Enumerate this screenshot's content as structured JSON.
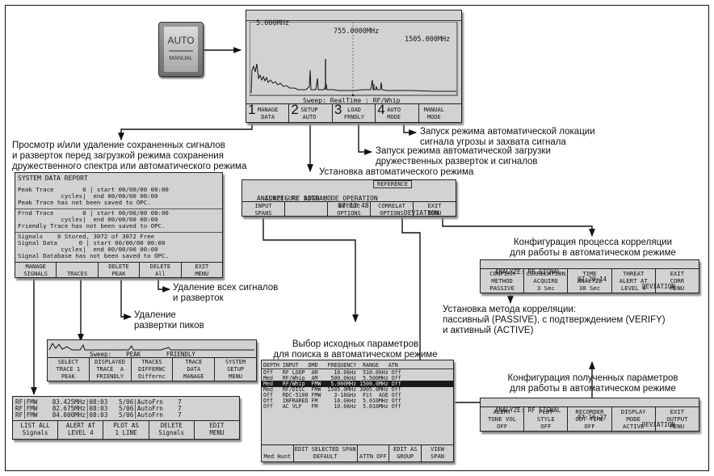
{
  "auto_button": {
    "top": "AUTO",
    "bottom": "MANUAL"
  },
  "spectrum": {
    "header_left": "5.000MHz",
    "header_mid": "755.0000MHz",
    "header_right": "1505.000MHz",
    "sweep_line": "Sweep: RealTime : RF/Whip",
    "keys": [
      {
        "num": "1",
        "label": "MANAGE\nDATA"
      },
      {
        "num": "2",
        "label": "SETUP\nAUTO"
      },
      {
        "num": "3",
        "label": "LOAD\nFRNDLY"
      },
      {
        "num": "4",
        "label": "AUTO\nMODE"
      },
      {
        "num": "",
        "label": "MANUAL\nMODE"
      }
    ]
  },
  "captions": {
    "auto_locate": "Запуск режима автоматической локации\nсигнала угрозы и захвата сигнала",
    "auto_load": "Запуск режима автоматической загрузки\nдружественных разверток и сигналов",
    "auto_setup": "Установка автоматического режима",
    "view_delete": "Просмотр и/или удаление сохраненных сигналов\nи разверток перед загрузкой режима сохранения\nдружественного спектра или автоматического режима",
    "delete_all": "Удаление всех сигналов\nи разверток",
    "delete_peak": "Удаление\nразвертки пиков",
    "select_params": "Выбор исходных параметров\nдля поиска в автоматическом режиме",
    "correlation_config": "Конфигурация процесса корреляции\nдля работы в автоматическом режиме",
    "correlation_method": "Установка метода корреляции:\nпассивный (PASSIVE), с подтверждением (VERIFY)\nи активный (ACTIVE)",
    "received_config": "Конфигурация полученных параметров\nдля работы в автоматическом режиме"
  },
  "config_auto": {
    "top_tab": "REFERENCE",
    "status_left": "ANALYZE: RF SIGNAL",
    "status_time": "07:13:48",
    "status_right": "DEVIATION",
    "title": "CONFIGURE AUTO MODE OPERATION",
    "keys": [
      "INPUT\nSPANS",
      "",
      "OUTPUT\nOPTIONS",
      "CORRELAT\nOPTIONS",
      "EXIT\nMENU"
    ]
  },
  "system_report": {
    "title": "SYSTEM DATA REPORT",
    "rows": [
      "Peak Trace        0 | start 00/00/00 00:00",
      "            cycles|  end 00/00/00 00:00",
      "Peak Trace has not been saved to OPC.",
      "Frnd Trace        0 | start 00/00/00 00:00",
      "            cycles|  end 00/00/00 00:00",
      "Friendly Trace has not been saved to OPC.",
      "Signals    0 Stored, 3072 of 3072 Free",
      "Signal Data      0 | start 00/00/00 00:00",
      "            cycles|  end 00/00/00 00:00",
      "Signal Database has not been saved to OPC."
    ],
    "keys": [
      "MANAGE\nSIGNALS",
      "\nTRACES",
      "DELETE\nPEAK",
      "DELETE\nAll",
      "EXIT\nMENU"
    ]
  },
  "trace_screen": {
    "sweep_line": "Sweep:    PEAK       FRIENDLY",
    "keys": [
      "SELECT\nTRACE 1\nPEAK",
      "DISPLAYED\nTRACE  A\nFRIENDLY",
      "TRACES\nDIFFERNC\nDiffernc",
      "TRACE\nDATA\nMANAGE",
      "SYSTEM\nSETUP\nMENU"
    ]
  },
  "signals_list": {
    "rows": [
      "RF|FMW    83.425MHz|08:03   5/06|AutoFrn    7",
      "RF|FMW    82.675MHz|08:03   5/06|AutoFrn    7",
      "RF|FMW    84.000MHz|08:03   5/06|AutoFrn    7"
    ],
    "keys": [
      "LIST ALL\nSignals",
      "ALERT AT\nLEVEL 4",
      "PLOT AS\n1 LINE",
      "DELETE\nSignals",
      "EDIT\nMENU"
    ]
  },
  "input_spans": {
    "header": "DEPTH INPUT   DMD   FREQUENCY  RANGE   ATN",
    "rows": [
      {
        "text": "Off   RF LOOP  AM     10.0kHz  510.0kHz Off",
        "hl": false
      },
      {
        "text": "Med   RF/Whip  AM    500.0kHz  5.500MHz Off",
        "hl": false
      },
      {
        "text": "Med   RF/Whip  FMW   5.000MHz 1500.0MHz Off",
        "hl": true
      },
      {
        "text": "Med   RF/DISC  FMW  1505.0MHz 3005.0MHz Off",
        "hl": false
      },
      {
        "text": "Off   RDC-5100 FMW    3-18GHz  Fit  AGE Off",
        "hl": false
      },
      {
        "text": "Off   INFRARED FM     10.0kHz  5.010MHz Off",
        "hl": false
      },
      {
        "text": "Off   AC VLF   FM     10.0kHz  5.010MHz Off",
        "hl": false
      }
    ],
    "keys": [
      "\nMed Hunt",
      "EDIT SELECTED SPAN\nDEFAULT",
      "\nATTN OFF",
      "EDIT AS\nGROUP",
      "VIEW\nSPAN"
    ]
  },
  "correlation_screen": {
    "status_left": "ANALYZE: RF SIGNAL",
    "status_time": "07:20:14",
    "status_right": "DEVIATION",
    "keys": [
      "CONFIRM\nMETHOD\nPASSIVE",
      "CORRELATION\nACQUIRE\n3 Sec",
      "TIME\nANALYZE\n30 Sec",
      "THREAT\nALERT AT\nLEVEL 4",
      "EXIT\nCORR\nMENU"
    ]
  },
  "output_screen": {
    "status_left": "ANALYZE: RF SIGNAL",
    "status_time": "07:16:27",
    "status_right": "DEVIATION",
    "keys": [
      "ALERT\nTONE VOL\nOFF",
      "PLOT\nSTYLE\nOFF",
      "RECORDER\nOUT TIME\nOFF",
      "DISPLAY\nMODE\nACTIVE",
      "EXIT\nOUTPUT\nMENU"
    ]
  },
  "colors": {
    "screen_bg": "#d2d2d2",
    "ink": "#111111",
    "highlight": "#1a1a1a"
  }
}
